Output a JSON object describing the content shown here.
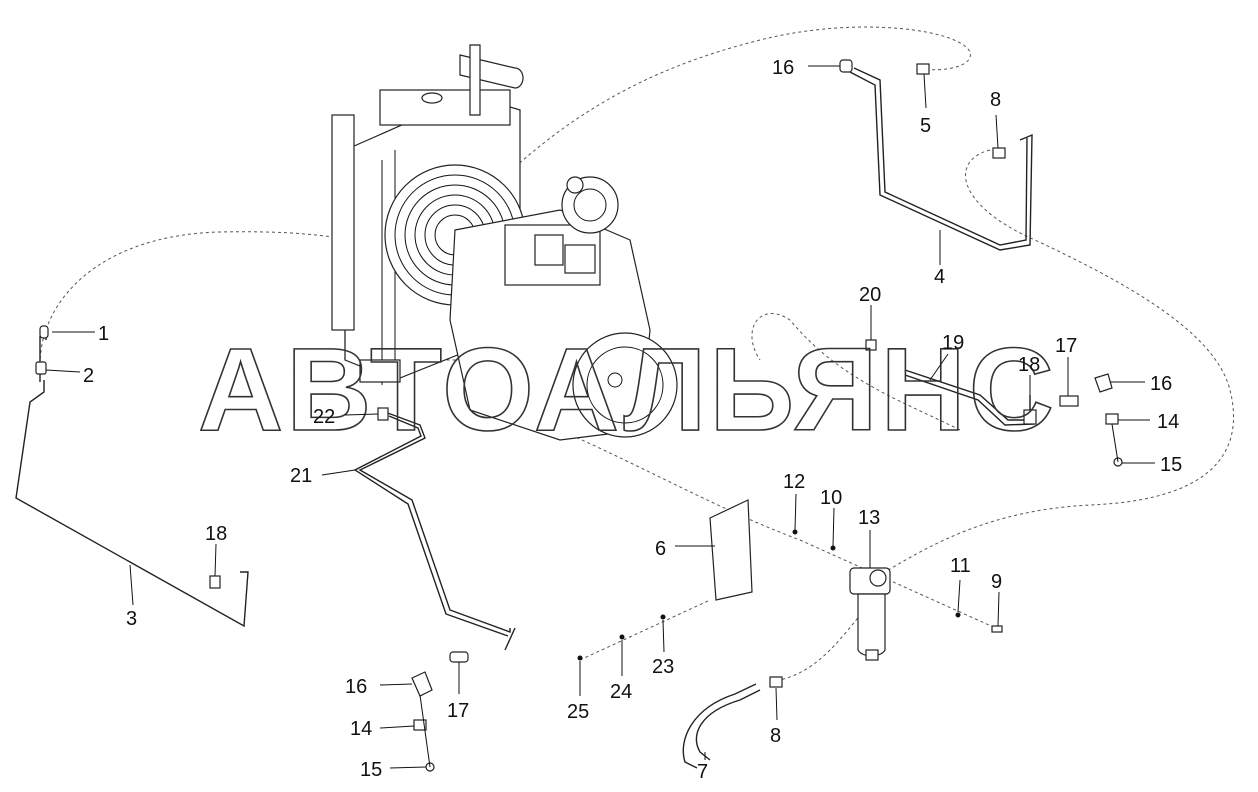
{
  "watermark": "АВТОАЛЬЯНС",
  "callouts": [
    {
      "id": "c1",
      "text": "1"
    },
    {
      "id": "c2",
      "text": "2"
    },
    {
      "id": "c3",
      "text": "3"
    },
    {
      "id": "c4",
      "text": "4"
    },
    {
      "id": "c5",
      "text": "5"
    },
    {
      "id": "c6",
      "text": "6"
    },
    {
      "id": "c7",
      "text": "7"
    },
    {
      "id": "c8a",
      "text": "8"
    },
    {
      "id": "c8b",
      "text": "8"
    },
    {
      "id": "c9",
      "text": "9"
    },
    {
      "id": "c10",
      "text": "10"
    },
    {
      "id": "c11",
      "text": "11"
    },
    {
      "id": "c12",
      "text": "12"
    },
    {
      "id": "c13",
      "text": "13"
    },
    {
      "id": "c14a",
      "text": "14"
    },
    {
      "id": "c14b",
      "text": "14"
    },
    {
      "id": "c15a",
      "text": "15"
    },
    {
      "id": "c15b",
      "text": "15"
    },
    {
      "id": "c16a",
      "text": "16"
    },
    {
      "id": "c16b",
      "text": "16"
    },
    {
      "id": "c16c",
      "text": "16"
    },
    {
      "id": "c17a",
      "text": "17"
    },
    {
      "id": "c17b",
      "text": "17"
    },
    {
      "id": "c18a",
      "text": "18"
    },
    {
      "id": "c18b",
      "text": "18"
    },
    {
      "id": "c19",
      "text": "19"
    },
    {
      "id": "c20",
      "text": "20"
    },
    {
      "id": "c21",
      "text": "21"
    },
    {
      "id": "c22",
      "text": "22"
    },
    {
      "id": "c23",
      "text": "23"
    },
    {
      "id": "c24",
      "text": "24"
    },
    {
      "id": "c25",
      "text": "25"
    }
  ]
}
